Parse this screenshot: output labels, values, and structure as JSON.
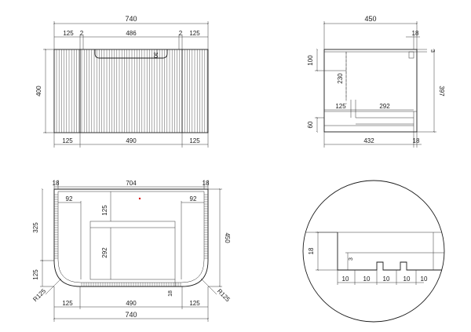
{
  "front": {
    "overall": "740",
    "top_segments": [
      "125",
      "2",
      "486",
      "2",
      "125"
    ],
    "bottom_segments": [
      "125",
      "490",
      "125"
    ],
    "height": "400",
    "handle_depth": "30"
  },
  "side": {
    "depth": "450",
    "top_gap": "18",
    "top_offset": "3",
    "upper": "100",
    "inner_height": "230",
    "overall_height": "397",
    "shelf_offset": "125",
    "shelf_width": "292",
    "toe": "60",
    "bottom_depth": "432",
    "bottom_gap": "18"
  },
  "plan": {
    "left_edge": "18",
    "inner_width": "704",
    "right_edge": "18",
    "left_inset": "92",
    "mid_offset": "125",
    "right_inset": "92",
    "left_depth": "325",
    "overall_depth": "450",
    "drawer_depth": "292",
    "corner_height": "125",
    "bottom_gap": "18",
    "radius_left": "R125",
    "radius_right": "R125",
    "bottom_segments": [
      "125",
      "490",
      "125"
    ],
    "overall": "740"
  },
  "detail": {
    "height": "18",
    "notch": "3",
    "spacing": [
      "10",
      "10",
      "10",
      "10",
      "10"
    ]
  }
}
